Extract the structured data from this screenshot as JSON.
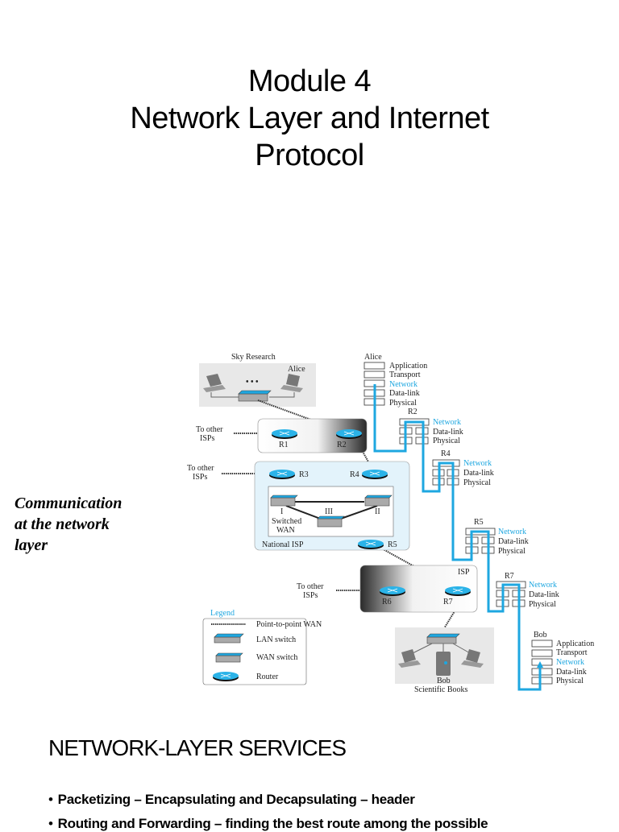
{
  "slide1": {
    "title_lines": [
      "Module 4",
      "Network Layer and Internet",
      "Protocol"
    ]
  },
  "slide2": {
    "caption_lines": [
      "Communication",
      "at the network",
      "layer"
    ],
    "diagram": {
      "sky_research": "Sky Research",
      "alice": "Alice",
      "ellipsis": "• • •",
      "to_other_isps": "To other",
      "isps": "ISPs",
      "routers": [
        "R1",
        "R2",
        "R3",
        "R4",
        "R5",
        "R6",
        "R7"
      ],
      "wan_switches": [
        "I",
        "II",
        "III"
      ],
      "switched_wan": [
        "Switched",
        "WAN"
      ],
      "national_isp": "National ISP",
      "isp": "ISP",
      "bob": "Bob",
      "scientific_books": "Scientific Books",
      "legend": {
        "title": "Legend",
        "items": [
          "Point-to-point WAN",
          "LAN switch",
          "WAN switch",
          "Router"
        ]
      },
      "stack_full": [
        "Application",
        "Transport",
        "Network",
        "Data-link",
        "Physical"
      ],
      "stack_router": [
        "Network",
        "Data-link",
        "Physical"
      ],
      "stack_labels": {
        "alice": "Alice",
        "r2": "R2",
        "r4": "R4",
        "r5": "R5",
        "r7": "R7",
        "bob": "Bob"
      },
      "colors": {
        "accent_blue": "#1ea7e0",
        "isp_fill": "#e3f3fb",
        "router_fill": "#2bb3e8"
      }
    }
  },
  "slide3": {
    "title": "NETWORK-LAYER SERVICES",
    "bullets": [
      "Packetizing – Encapsulating and Decapsulating – header",
      "Routing and Forwarding – finding the best route among the possible"
    ]
  }
}
